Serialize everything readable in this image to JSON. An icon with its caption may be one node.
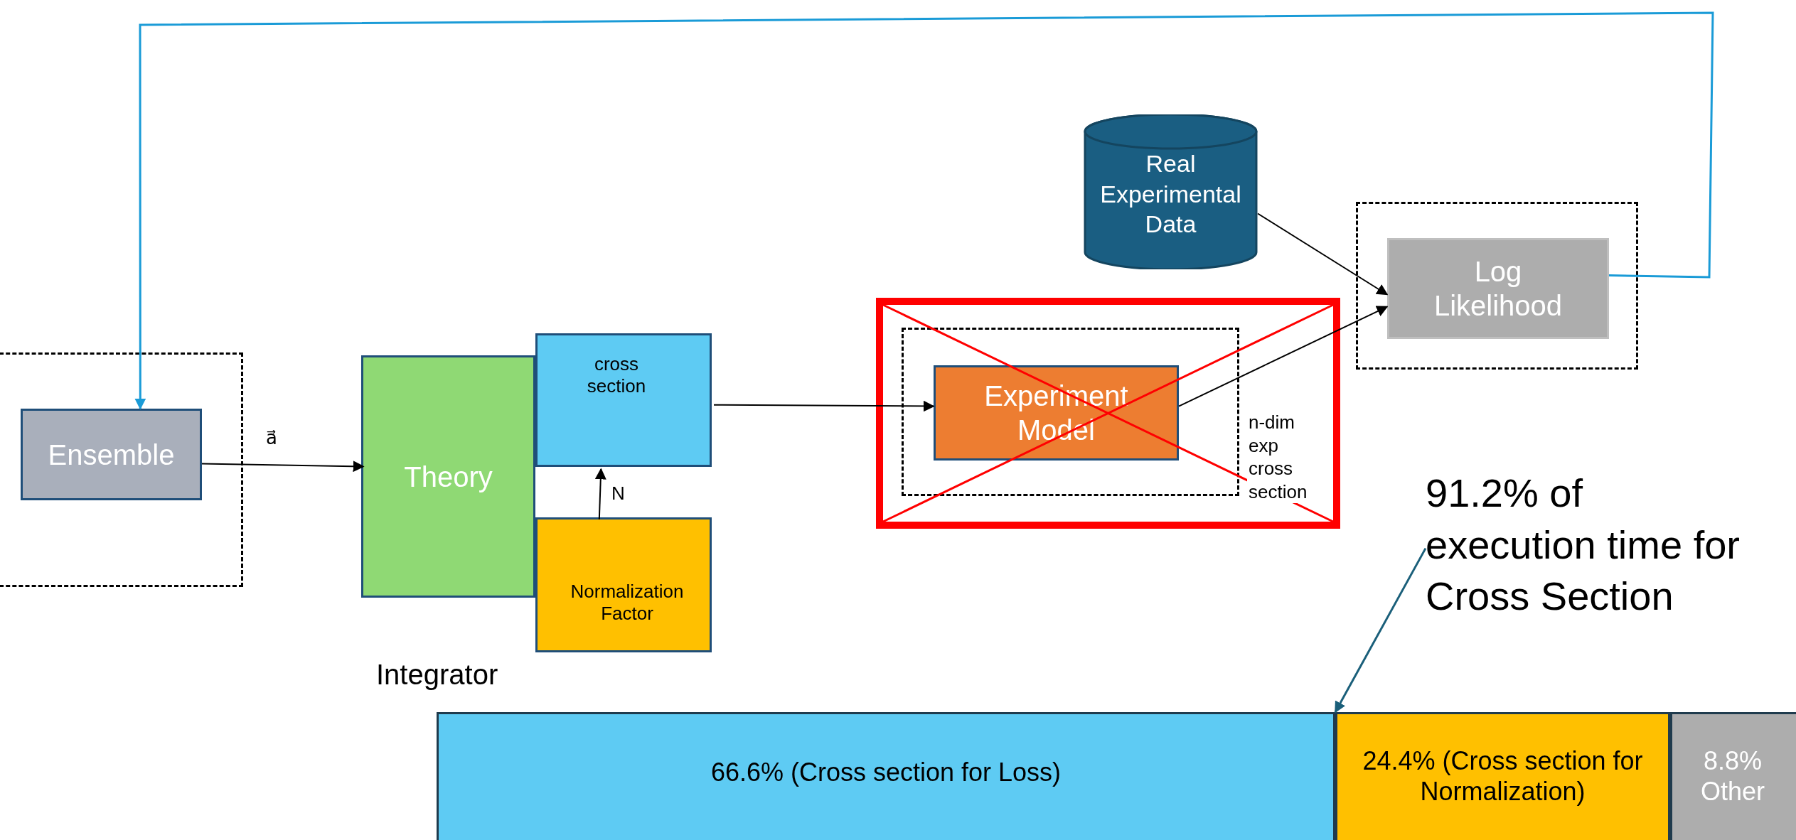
{
  "diagram": {
    "nodes": [
      {
        "text": [],
        "shape": "box"
      },
      {
        "text": [
          "Ensemble"
        ],
        "in": 0
      },
      {
        "text": [
          "Integrator"
        ]
      },
      {
        "text": [
          "cross section"
        ],
        "in": 2
      },
      {
        "text": [
          "Normalization Factor"
        ],
        "in": 2
      },
      {
        "text": [
          "Theory"
        ],
        "in": 2
      },
      {
        "text": [],
        "shape": "box"
      },
      {
        "text": [
          "Experiment Model"
        ],
        "in": 6
      },
      {
        "text": [
          "Real Experimental Data"
        ]
      },
      {
        "text": [],
        "shape": "box"
      },
      {
        "text": [
          "Log Likelihood"
        ],
        "in": 9
      },
      {
        "text": [
          "66.6% (Cross section for Loss)"
        ]
      },
      {
        "text": [
          "24.4% (Cross section for Normalization)"
        ]
      },
      {
        "text": [
          "8.8% Other"
        ]
      },
      {
        "text": [
          "91.2% of execution time for Cross Section"
        ]
      }
    ],
    "edges": [
      {
        "from": 1,
        "to": 5,
        "arrow": "to",
        "label": "a⃗"
      },
      {
        "from": 3,
        "to": 7,
        "arrow": "to"
      },
      {
        "from": 4,
        "to": 3,
        "arrow": "to",
        "label": "N"
      },
      {
        "from": 8,
        "to": 10,
        "arrow": "to"
      },
      {
        "from": 7,
        "to": 10,
        "arrow": "to",
        "label": "n-dim exp cross section"
      },
      {
        "from": 10,
        "to": 1,
        "arrow": "to",
        "color": "#1a9bd7"
      },
      {
        "from": 14,
        "to": 11,
        "arrow": "to",
        "color": "#1a5f7a"
      }
    ]
  }
}
